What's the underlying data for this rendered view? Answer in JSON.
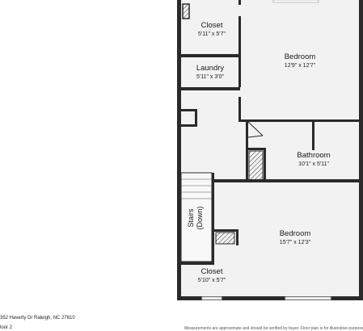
{
  "rooms": {
    "closet_top": {
      "name": "Closet",
      "dims": "5'11\" x 5'7\""
    },
    "bedroom_top": {
      "name": "Bedroom",
      "dims": "12'9\" x 12'7\""
    },
    "laundry": {
      "name": "Laundry",
      "dims": "5'11\" x 3'0\""
    },
    "bathroom": {
      "name": "Bathroom",
      "dims": "10'1\" x 5'11\""
    },
    "bedroom_bottom": {
      "name": "Bedroom",
      "dims": "15'7\" x 12'3\""
    },
    "closet_bottom": {
      "name": "Closet",
      "dims": "5'10\" x 5'7\""
    }
  },
  "stairs": {
    "label_line1": "Stairs",
    "label_line2": "(Down)"
  },
  "footer": {
    "address": "352 Haverty Dr Raleigh, NC 27610",
    "floor": "loor 2",
    "disclaimer": "Measurements are approximate and should be verified by buyer. Floor plan is for illustrative purposes only."
  },
  "colors": {
    "wall": "#2a2a2a",
    "floor": "#f2f2f2",
    "window": "#bfbfbf"
  }
}
